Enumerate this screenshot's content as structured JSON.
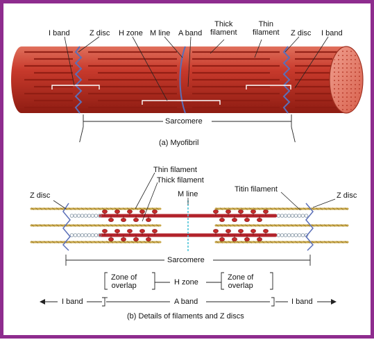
{
  "colors": {
    "frame": "#8e2c8e",
    "muscle": "#c83a2c",
    "muscle_dark": "#8e1c12",
    "muscle_light": "#e0705c",
    "thin_filament": "#c9a84a",
    "thick_filament": "#b2232b",
    "titin": "#8a9aa8",
    "z_disc": "#5a6fb8",
    "m_line": "#4cc4d8"
  },
  "figure_a": {
    "labels": {
      "i_band_left": "I band",
      "z_disc_left": "Z disc",
      "h_zone": "H zone",
      "m_line": "M line",
      "a_band": "A band",
      "thick_filament": "Thick\nfilament",
      "thin_filament": "Thin\nfilament",
      "z_disc_right": "Z disc",
      "i_band_right": "I band"
    },
    "sarcomere": "Sarcomere",
    "caption": "(a) Myofibril"
  },
  "figure_b": {
    "labels": {
      "thin_filament": "Thin filament",
      "thick_filament": "Thick filament",
      "z_disc_left": "Z disc",
      "m_line": "M line",
      "titin_filament": "Titin filament",
      "z_disc_right": "Z disc"
    },
    "sarcomere": "Sarcomere",
    "zone_of_overlap_left": "Zone of\noverlap",
    "h_zone": "H zone",
    "zone_of_overlap_right": "Zone of\noverlap",
    "i_band_left": "I band",
    "a_band": "A band",
    "i_band_right": "I band",
    "caption": "(b) Details of filaments and Z discs"
  }
}
